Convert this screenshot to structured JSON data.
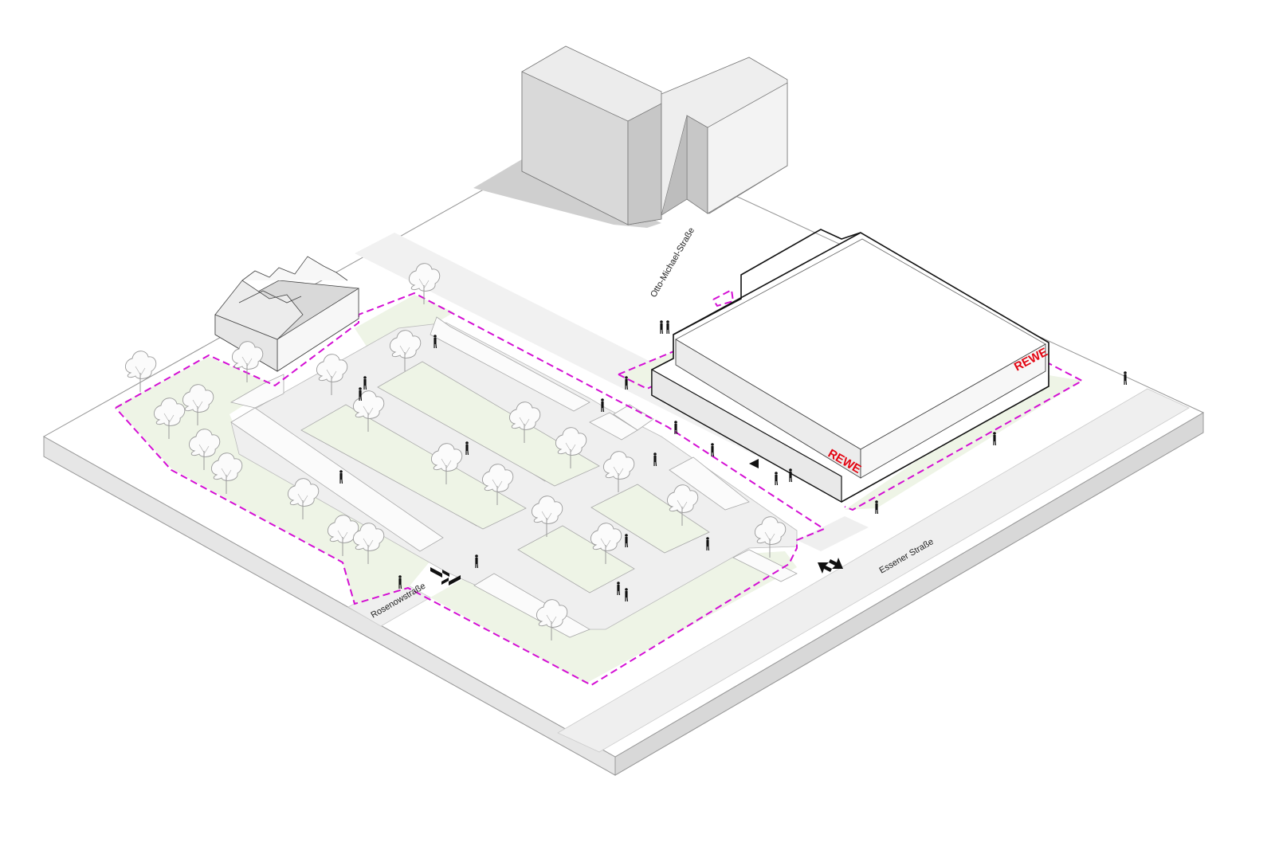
{
  "streets": {
    "otto_michael": "Otto-Michael-Straße",
    "essener": "Essener Straße",
    "rosenow": "Rosenowstraße"
  },
  "store": {
    "sign_front": "REWE",
    "sign_side": "REWE"
  },
  "colors": {
    "boundary": "#d40fd4",
    "green": "#eef4e6",
    "paving": "#efefef",
    "brand": "#e30613"
  }
}
